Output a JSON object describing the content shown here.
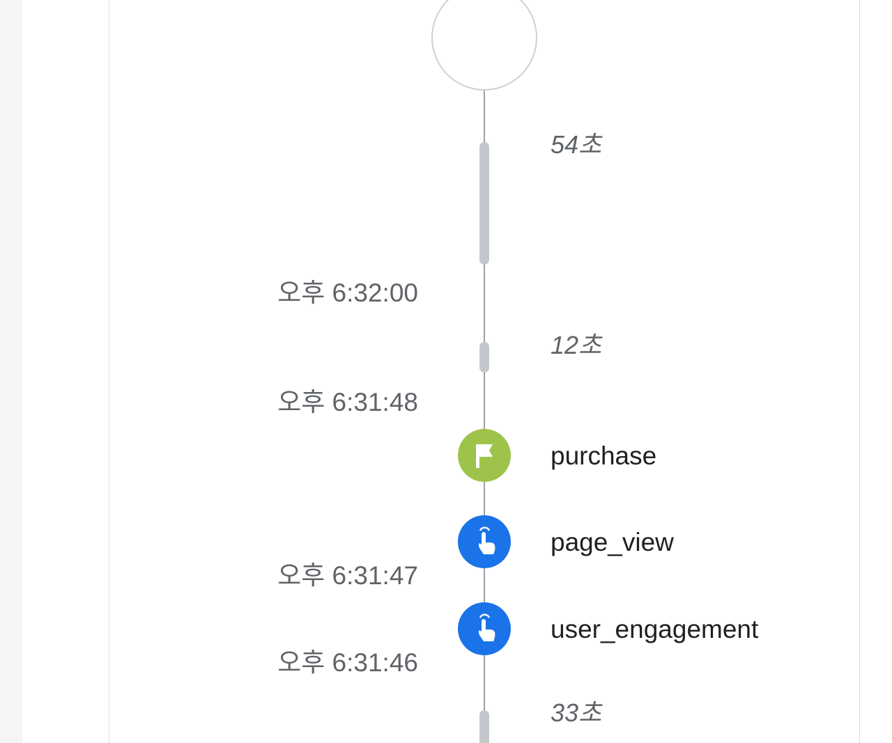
{
  "timeline": {
    "durations": [
      "54초",
      "12초",
      "33초"
    ],
    "times": [
      "오후 6:32:00",
      "오후 6:31:48",
      "오후 6:31:47",
      "오후 6:31:46"
    ],
    "events": [
      {
        "name": "purchase",
        "icon": "flag-icon",
        "color": "#9dc34a"
      },
      {
        "name": "page_view",
        "icon": "touch-icon",
        "color": "#1a73e8"
      },
      {
        "name": "user_engagement",
        "icon": "touch-icon",
        "color": "#1a73e8"
      }
    ]
  }
}
